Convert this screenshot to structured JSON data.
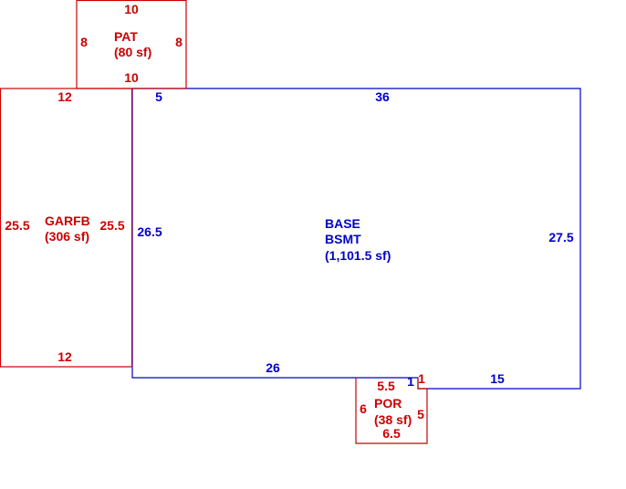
{
  "colors": {
    "red": "#cc0000",
    "blue": "#0000cc",
    "background": "#ffffff"
  },
  "areas": {
    "pat": {
      "code": "PAT",
      "area": "(80 sf)",
      "dims": {
        "top": "10",
        "bottom": "10",
        "left": "8",
        "right": "8"
      }
    },
    "garfb": {
      "code": "GARFB",
      "area": "(306 sf)",
      "dims": {
        "top": "12",
        "bottom": "12",
        "left": "25.5",
        "right": "25.5"
      }
    },
    "base": {
      "code": "BASE",
      "subcode": "BSMT",
      "area": "(1,101.5 sf)",
      "dims": {
        "top_short": "5",
        "top": "36",
        "left": "26.5",
        "right": "27.5",
        "bottom_left": "26",
        "bottom_right": "15",
        "step": "1"
      }
    },
    "por": {
      "code": "POR",
      "area": "(38 sf)",
      "dims": {
        "top": "5.5",
        "bottom": "6.5",
        "left": "6",
        "right": "5",
        "step": "1"
      }
    }
  }
}
